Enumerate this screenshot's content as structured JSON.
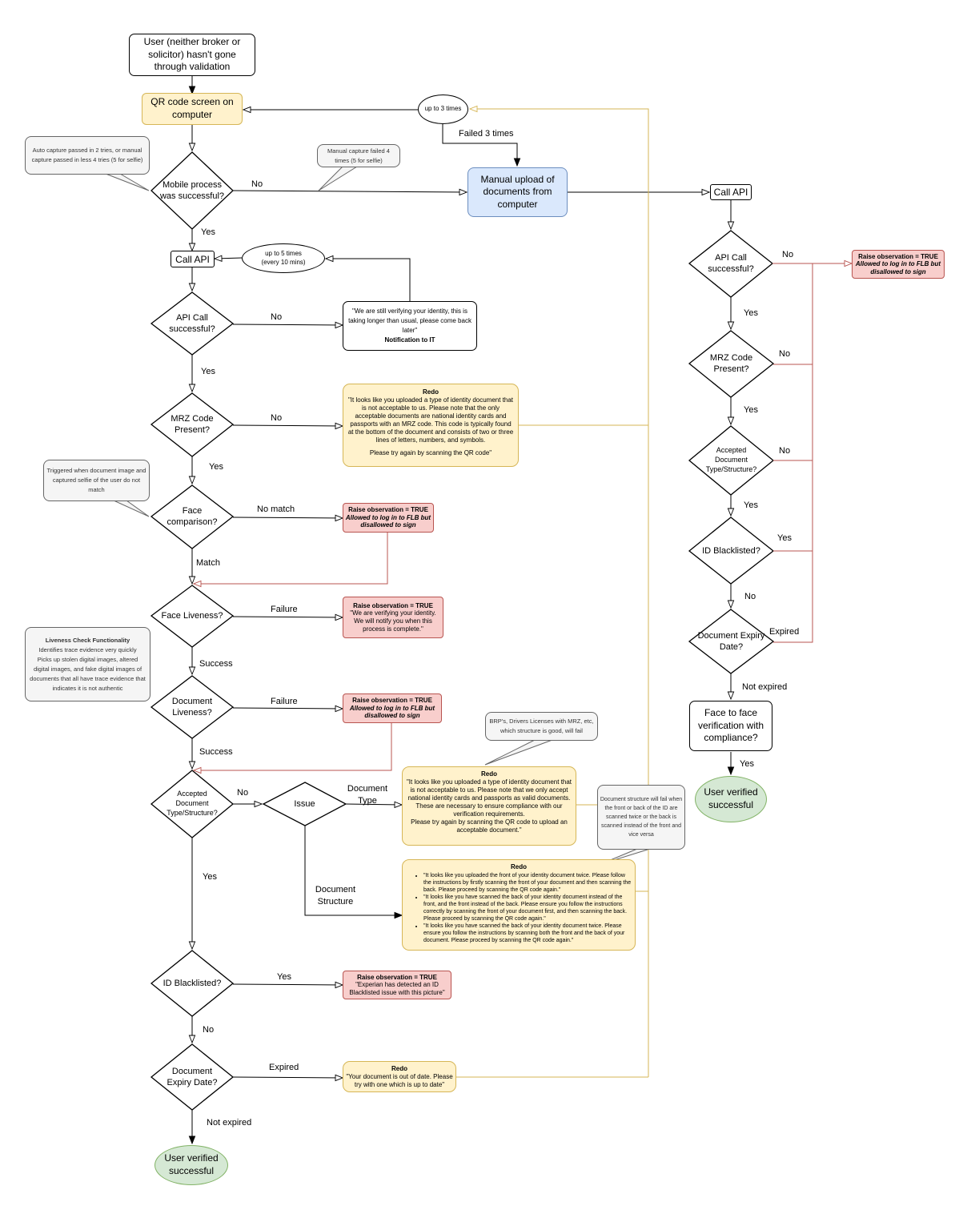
{
  "nodes": {
    "start": "User (neither broker or solicitor) hasn't gone through validation",
    "qr_screen": "QR code screen on computer",
    "mobile_decision": "Mobile process was successful?",
    "auto_callout": "Auto capture passed in 2 tries, or manual capture passed in less 4 tries (5 for selfie)",
    "manual_callout": "Manual capture failed 4 times (5 for selfie)",
    "up3": "up to 3 times",
    "manual_upload": "Manual upload of documents from computer",
    "call_api_left": "Call API",
    "up5_line1": "up to 5 times",
    "up5_line2": "(every 10 mins)",
    "api_decision_left": "API Call successful?",
    "still_verifying": "\"We are still verifying your identity, this is taking longer than usual, please come back later\"",
    "notification_it": "Notification to IT",
    "mrz_decision_left": "MRZ Code Present?",
    "redo_title": "Redo",
    "redo_mrz": "\"It looks like you uploaded a type of identity document that is not acceptable to us. Please note that the only acceptable documents are national identity cards and passports with an MRZ code. This code is typically found at the bottom of the document and consists of two or three lines of letters, numbers, and symbols.",
    "redo_mrz_2": "Please try again by scanning the QR code\"",
    "triggered_callout": "Triggered when document image and captured selfie of the user do not match",
    "face_comparison": "Face comparison?",
    "raise_title": "Raise observation = TRUE",
    "allowed_sign": "Allowed to log in to FLB but disallowed to sign",
    "face_liveness": "Face Liveness?",
    "liveness_notify": "\"We are verifying your identity. We will notify you when this process is complete.\"",
    "liveness_box_title": "Liveness Check Functionality",
    "liveness_box_1": "Identifies trace evidence very quickly",
    "liveness_box_2": "Picks up stolen digital images, altered digital images, and fake digital images of documents that all have trace evidence that indicates it is not authentic",
    "document_liveness": "Document Liveness?",
    "accepted_doc_left": "Accepted Document Type/Structure?",
    "issue": "Issue",
    "brp_callout": "BRP's, Drivers Licenses with MRZ, etc, which structure is good, will fail",
    "redo_doctype": "\"It looks like you uploaded a type of identity document that is not acceptable to us. Please note that we only accept national identity cards and passports as valid documents. These are necessary to ensure compliance with our verification requirements.",
    "redo_doctype_2": "Please try again by scanning the QR code to upload an acceptable document.\"",
    "structure_callout": "Document structure will fail when the front or back of the ID are scanned twice or the back is scanned instead of the front and vice versa",
    "structure_bullets": [
      "\"It looks like you uploaded the front of your identity document twice. Please follow the instructions by firstly scanning the front of your document and then scanning the back. Please proceed by scanning the QR code again.\"",
      "\"It looks like you have scanned the back of your identity document instead of the front, and the front instead of the back. Please ensure you follow the instructions correctly by scanning the front of your document first, and then scanning the back. Please proceed by scanning the QR code again.\"",
      "\"It looks like you have scanned the back of your identity document twice. Please ensure you follow the instructions by scanning both the front and the back of your document. Please proceed by scanning the QR code again.\""
    ],
    "id_blacklisted_left": "ID Blacklisted?",
    "experian": "\"Experian has detected an ID Blacklisted issue with this picture\"",
    "expiry_left": "Document Expiry Date?",
    "out_of_date": "\"Your document is out of date. Please try with one which is up to date\"",
    "verified_left": "User verified successful",
    "call_api_right": "Call API",
    "api_decision_right": "API Call successful?",
    "raise_right_title": "Raise observation = TRUE",
    "raise_right_sub": "Allowed to log in to FLB but disallowed to sign",
    "mrz_decision_right": "MRZ Code Present?",
    "accepted_doc_right": "Accepted Document Type/Structure?",
    "id_blacklisted_right": "ID Blacklisted?",
    "expiry_right": "Document Expiry Date?",
    "face_to_face": "Face to face verification with compliance?",
    "verified_right": "User verified successful"
  },
  "edge_labels": {
    "failed3": "Failed 3 times",
    "no": "No",
    "yes": "Yes",
    "no_match": "No match",
    "match": "Match",
    "failure": "Failure",
    "success": "Success",
    "document_type": "Document Type",
    "document_structure": "Document Structure",
    "expired": "Expired",
    "not_expired": "Not expired"
  }
}
